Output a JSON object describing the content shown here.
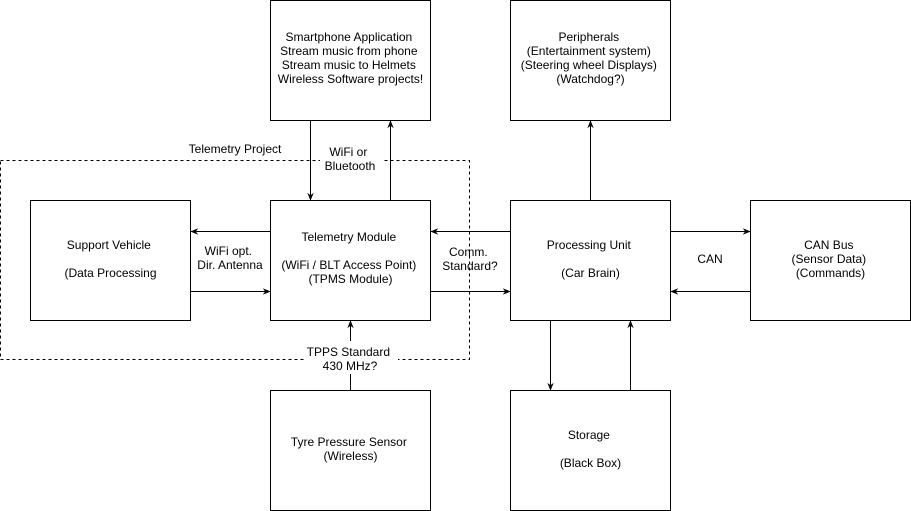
{
  "colors": {
    "stroke": "#000000",
    "fill": "#ffffff",
    "text": "#000000"
  },
  "boxes": {
    "smartphone": [
      "Smartphone Application",
      "Stream music from phone",
      "Stream music to Helmets",
      "Wireless Software projects!"
    ],
    "peripherals": [
      "Peripherals",
      "(Entertainment system)",
      "(Steering wheel Displays)",
      "(Watchdog?)"
    ],
    "support_vehicle": [
      "Support Vehicle",
      "",
      "(Data Processing"
    ],
    "telemetry_module": [
      "Telemetry Module",
      "",
      "(WiFi / BLT Access Point)",
      "(TPMS Module)"
    ],
    "processing_unit": [
      "Processing Unit",
      "",
      "(Car Brain)"
    ],
    "can_bus": [
      "CAN Bus",
      "(Sensor Data)",
      "(Commands)"
    ],
    "tyre_sensor": [
      "Tyre Pressure Sensor",
      "(Wireless)"
    ],
    "storage": [
      "Storage",
      "",
      "(Black Box)"
    ]
  },
  "group_label": "Telemetry Project",
  "edge_labels": {
    "wifi_bluetooth": [
      "WiFi or",
      "Bluetooth"
    ],
    "wifi_antenna": [
      "WiFi opt.",
      "Dir. Antenna"
    ],
    "comm_standard": [
      "Comm.",
      "Standard?"
    ],
    "can": [
      "CAN"
    ],
    "tpps": [
      "TPPS Standard",
      "430 MHz?"
    ]
  }
}
